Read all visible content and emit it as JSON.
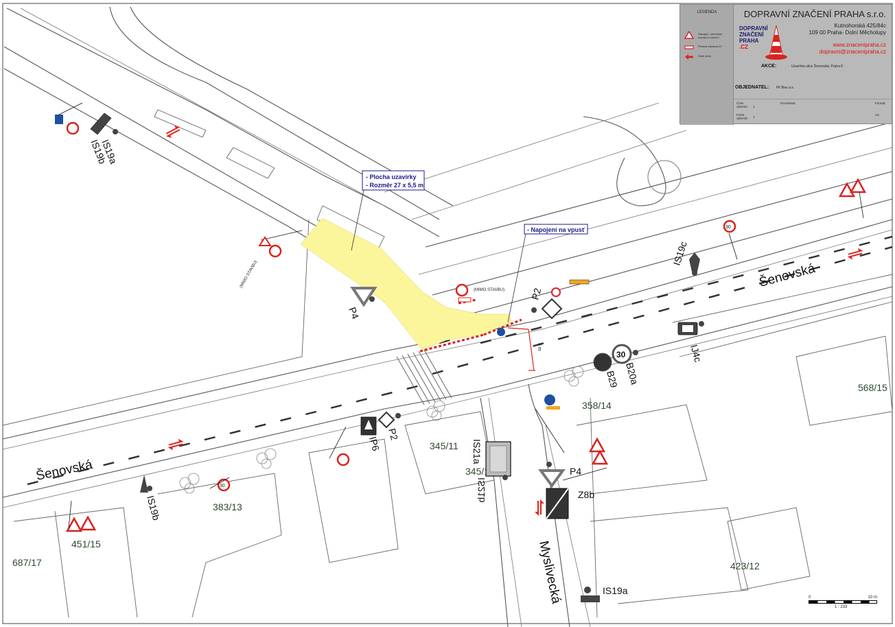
{
  "map": {
    "streets": [
      {
        "name": "Šenovská"
      },
      {
        "name": "Šenovská"
      },
      {
        "name": "Myslivecká"
      }
    ],
    "parcels": [
      "687/17",
      "451/15",
      "383/13",
      "345/11",
      "345/12",
      "358/14",
      "568/15",
      "423/12"
    ],
    "sign_codes": {
      "is19b_top": "IS19b",
      "is19a_top": "IS19a",
      "p4_left": "P4",
      "is19c": "IS19c",
      "p2_right": "P2",
      "ij4c": "IJ4c",
      "b29": "B29",
      "b20a": "B20a",
      "p2_lower": "P2",
      "ip6": "IP6",
      "is21a": "IS21a",
      "is21b": "IS21b",
      "p4_lower": "P4",
      "z8b": "Z8b",
      "is19b_lower": "IS19b",
      "is19a_lower": "IS19a",
      "speed_30": "30",
      "mimo_stavbu": "(MIMO STAVBU)",
      "measure": "6 m"
    },
    "callouts": {
      "closure_line1": "- Plocha uzavírky",
      "closure_line2": "- Rozměr 27 x 5,5 m",
      "drain": "- Napojení na vpusť"
    },
    "colors": {
      "closure_area": "#fbf59c",
      "sign_red": "#d9231f",
      "arrow_red": "#e3231c",
      "callout_border": "#1a1a8c",
      "barrier": "#d9231f"
    }
  },
  "title_block": {
    "legend_title": "LEGENDA",
    "legend_items": [
      {
        "icon": "warning-sign-icon",
        "text": "Stávající / přenosné dopravní značení"
      },
      {
        "icon": "barrier-icon",
        "text": "Plotová zábrana Z2"
      },
      {
        "icon": "arrow-icon",
        "text": "Směr jízdy"
      }
    ],
    "company": "DOPRAVNÍ ZNAČENÍ PRAHA s.r.o.",
    "address1": "Kutnohorská 425/84c",
    "address2": "109 00 Praha- Dolní Měcholupy",
    "web": "www.znacenipraha.cz",
    "email": "dopravni@znacenipraha.cz",
    "logo_text_1": "DOPRAVNÍ",
    "logo_text_2": "ZNAČENÍ",
    "logo_text_3": "PRAHA",
    "logo_text_4": ".CZ",
    "akce_label": "AKCE:",
    "akce_value": "Uzavírka ulice Šenovská, Praha 8",
    "objednatel_label": "OBJEDNATEL:",
    "objednatel_value": "FK Bau a.s.",
    "cislo_label": "Číslo výkresu:",
    "cislo_value": "1",
    "poznamka_label": "Poznámka:",
    "format_label": "Formát:",
    "format_value": "A3",
    "pocet_label": "Počet výkresů:",
    "pocet_value": "1"
  },
  "scale": {
    "zero": "0",
    "ten": "10 m",
    "ratio": "1 : 233"
  }
}
